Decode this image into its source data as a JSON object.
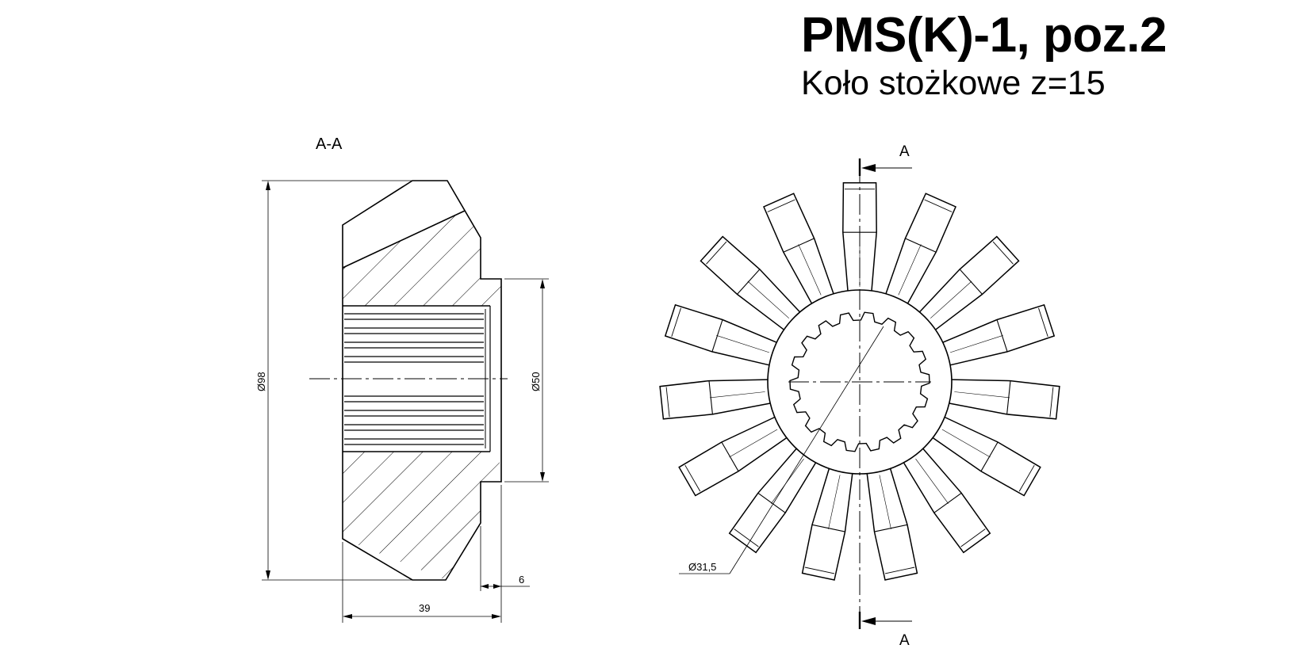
{
  "title": "PMS(K)-1, poz.2",
  "subtitle": "Koło stożkowe z=15",
  "section_view": {
    "label": "A-A",
    "dimensions": {
      "outer_diameter": "Ø98",
      "hub_diameter": "Ø50",
      "hub_length": "6",
      "total_length": "39"
    }
  },
  "front_view": {
    "teeth": 15,
    "bore_diameter": "Ø31,5",
    "cut_label_top": "A",
    "cut_label_bottom": "A"
  }
}
